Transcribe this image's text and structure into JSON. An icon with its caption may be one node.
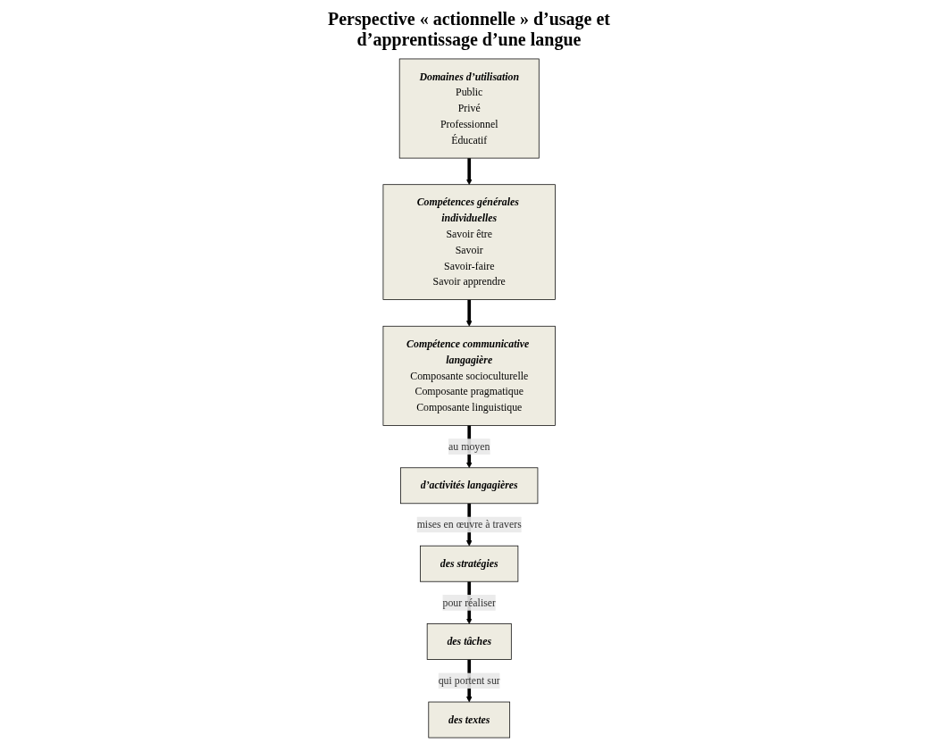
{
  "diagram": {
    "title": "Perspective « actionnelle » d’usage et d’apprentissage d’une langue",
    "nodes": [
      {
        "text": [
          "Domaines d’utilisation",
          "Public",
          "Privé",
          "Professionnel",
          "Éducatif"
        ]
      },
      {
        "text": [
          "Compétences générales individuelles",
          "Savoir être",
          "Savoir",
          "Savoir-faire",
          "Savoir apprendre"
        ]
      },
      {
        "text": [
          "Compétence communicative langagière",
          "Composante socioculturelle",
          "Composante pragmatique",
          "Composante linguistique"
        ]
      },
      {
        "text": [
          "d’activités langagières"
        ]
      },
      {
        "text": [
          "des stratégies"
        ]
      },
      {
        "text": [
          "des tâches"
        ]
      },
      {
        "text": [
          "des textes"
        ]
      }
    ],
    "edges": [
      {
        "from": 0,
        "to": 1,
        "arrow": "to"
      },
      {
        "from": 1,
        "to": 2,
        "arrow": "to"
      },
      {
        "from": 2,
        "to": 3,
        "arrow": "to",
        "label": "au moyen"
      },
      {
        "from": 3,
        "to": 4,
        "arrow": "to",
        "label": "mises en œuvre à travers"
      },
      {
        "from": 4,
        "to": 5,
        "arrow": "to",
        "label": "pour réaliser"
      },
      {
        "from": 5,
        "to": 6,
        "arrow": "to",
        "label": "qui portent sur"
      }
    ]
  }
}
